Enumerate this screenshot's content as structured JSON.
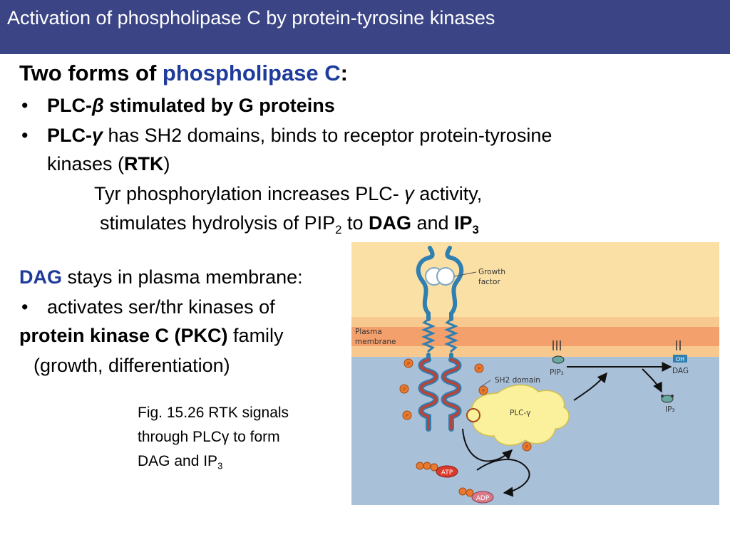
{
  "title": "Activation of phospholipase C by protein-tyrosine kinases",
  "heading": {
    "prefix": "Two forms of ",
    "term": "phospholipase C",
    "suffix": ":"
  },
  "bullet1": {
    "marker": "•",
    "label": "PLC-",
    "greek": "β",
    "rest": " stimulated by G proteins"
  },
  "bullet2": {
    "marker": "•",
    "label": "PLC-",
    "greek": "γ",
    "rest": " has SH2 domains, binds to receptor protein-tyrosine",
    "line2_pre": "kinases (",
    "line2_bold": "RTK",
    "line2_post": ")"
  },
  "detail": {
    "line1_pre": "Tyr phosphorylation increases PLC- ",
    "line1_greek": "γ",
    "line1_post": " activity,",
    "line2_pre": "stimulates hydrolysis of PIP",
    "line2_sub": "2",
    "line2_mid": " to ",
    "dag": "DAG",
    "and": " and ",
    "ip": "IP",
    "ip_sub": "3"
  },
  "dag_section": {
    "term": "DAG",
    "rest": " stays in plasma membrane:",
    "bullet_marker": "•",
    "bullet": "activates ser/thr kinases of",
    "pkc_bold": "protein kinase C (PKC)",
    "pkc_rest": " family",
    "note": "(growth, differentiation)"
  },
  "caption": {
    "line1": "Fig. 15.26 RTK signals",
    "line2_pre": "through PLC",
    "line2_greek": "γ",
    "line2_post": " to form",
    "line3_pre": "DAG and IP",
    "line3_sub": "3"
  },
  "figure_labels": {
    "growth_factor_1": "Growth",
    "growth_factor_2": "factor",
    "plasma_1": "Plasma",
    "plasma_2": "membrane",
    "sh2": "SH2 domain",
    "plc": "PLC-γ",
    "pip2": "PIP₂",
    "oh": "OH",
    "dag": "DAG",
    "ip3": "IP₃",
    "atp": "ATP",
    "adp": "ADP",
    "p": "P"
  },
  "colors": {
    "title_bar": "#3b4585",
    "accent_blue": "#1f3b9c",
    "extracellular": "#fbe0a6",
    "membrane": "#f4a06c",
    "cytoplasm": "#a9c0d9",
    "plc_body": "#fbf19c",
    "receptor_outer": "#2f7fb0",
    "receptor_inner": "#b5453c",
    "phosphate": "#e8792e",
    "atp": "#d83b2b",
    "adp": "#d77b8b"
  }
}
